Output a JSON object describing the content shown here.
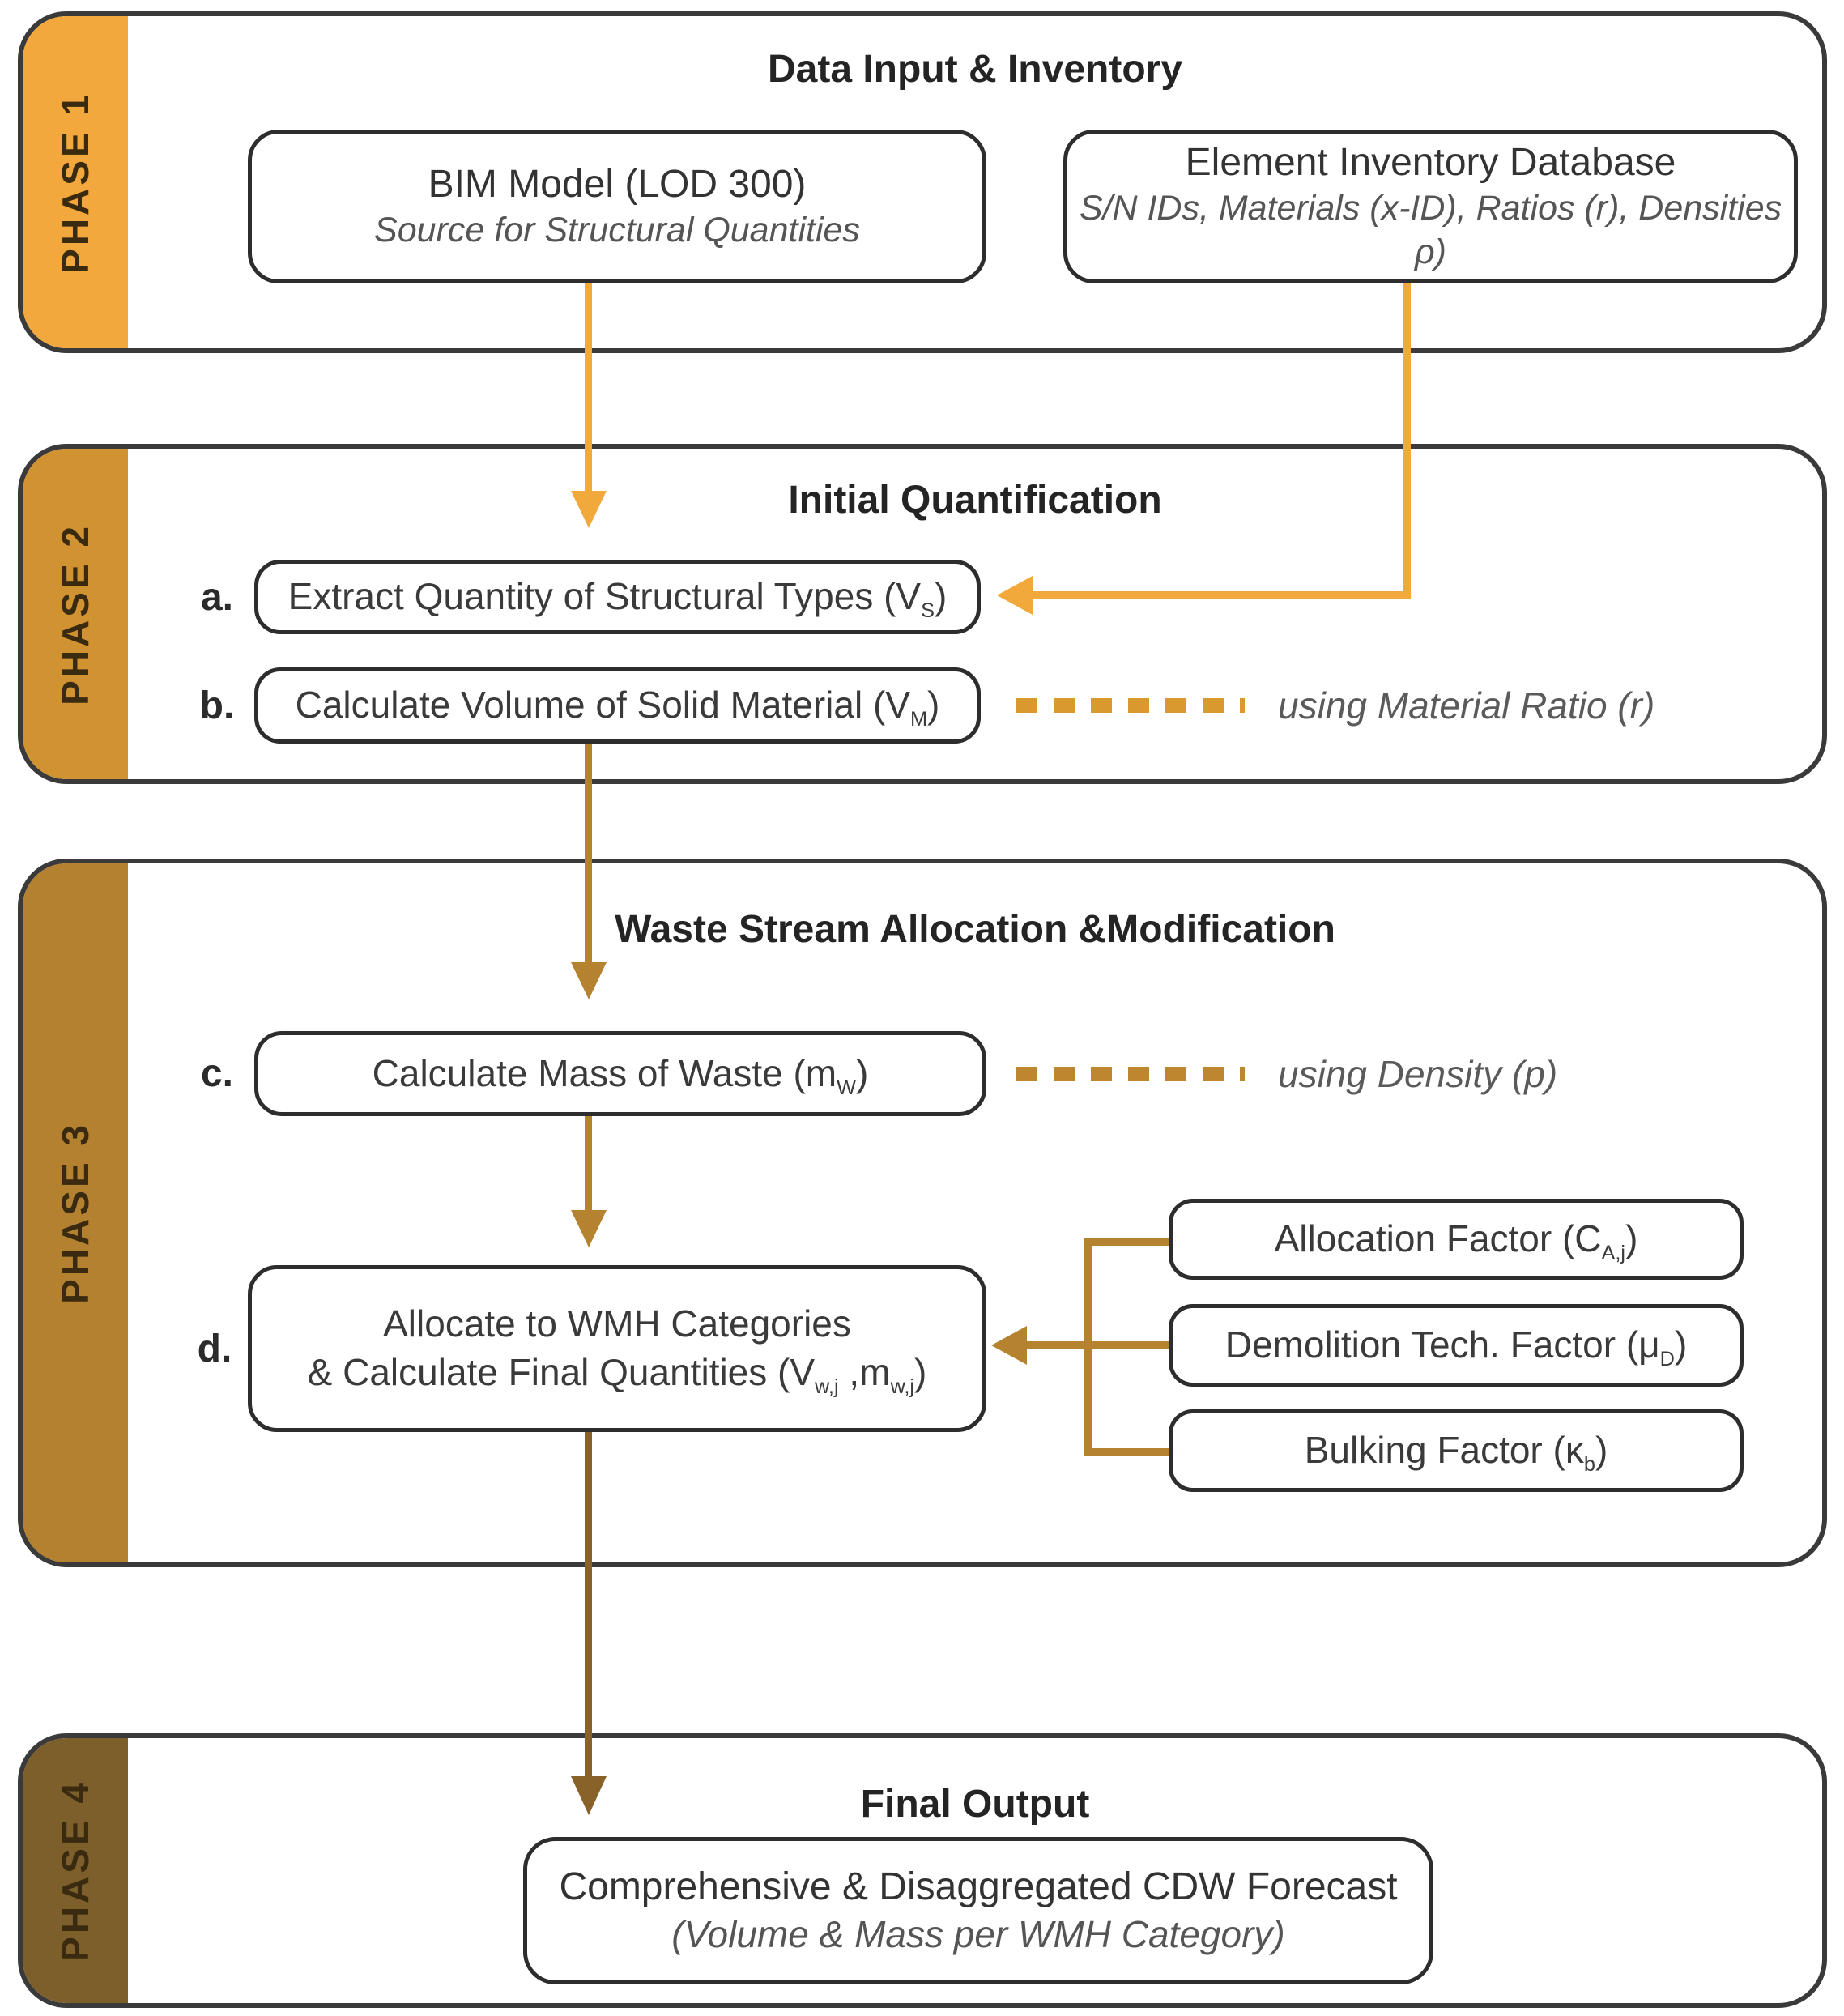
{
  "palette": {
    "phase1_sidebar": "#F2A83C",
    "phase2_sidebar": "#D19232",
    "phase3_sidebar": "#B3812F",
    "phase4_sidebar": "#7D5F2C",
    "arrow_amber": "#F2A93B",
    "arrow_bronze": "#B5822F",
    "arrow_brown": "#886228",
    "dotted_gold": "#D9992F",
    "dotted_bronze": "#BE862E",
    "panel_border": "#3a3a3a"
  },
  "phases": [
    {
      "label": "PHASE 1",
      "title": "Data Input & Inventory"
    },
    {
      "label": "PHASE 2",
      "title": "Initial Quantification"
    },
    {
      "label": "PHASE 3",
      "title": "Waste Stream Allocation &Modification"
    },
    {
      "label": "PHASE 4",
      "title": "Final Output"
    }
  ],
  "phase1": {
    "bim_box": {
      "title": "BIM Model (LOD 300)",
      "subtitle": "Source for Structural Quantities"
    },
    "inventory_box": {
      "title": "Element Inventory Database",
      "subtitle": "S/N IDs, Materials (x-ID), Ratios (r), Densities ρ)"
    }
  },
  "phase2": {
    "step_a": {
      "label": "a.",
      "pre": "Extract Quantity of Structural Types (V",
      "sub": "S",
      "post": ")"
    },
    "step_b": {
      "label": "b.",
      "pre": "Calculate Volume of Solid Material (V",
      "sub": "M",
      "post": ")"
    },
    "annotation_b": "using Material Ratio (r)"
  },
  "phase3": {
    "step_c": {
      "label": "c.",
      "pre": "Calculate Mass of Waste (m",
      "sub": "W",
      "post": ")"
    },
    "annotation_c": "using Density (p)",
    "step_d": {
      "label": "d.",
      "line1": "Allocate to WMH Categories",
      "pre": "& Calculate Final Quantities (V",
      "sub1": "w,j",
      "mid": " ,m",
      "sub2": "w,j",
      "post": ")"
    },
    "factors": [
      {
        "pre": "Allocation Factor (C",
        "sub": "A,j",
        "post": ")"
      },
      {
        "pre": "Demolition Tech. Factor (μ",
        "sub": "D",
        "post": ")"
      },
      {
        "pre": "Bulking Factor (κ",
        "sub": "b",
        "post": ")"
      }
    ]
  },
  "phase4": {
    "output_box": {
      "title": "Comprehensive & Disaggregated CDW Forecast",
      "subtitle": "(Volume & Mass per WMH Category)"
    }
  }
}
